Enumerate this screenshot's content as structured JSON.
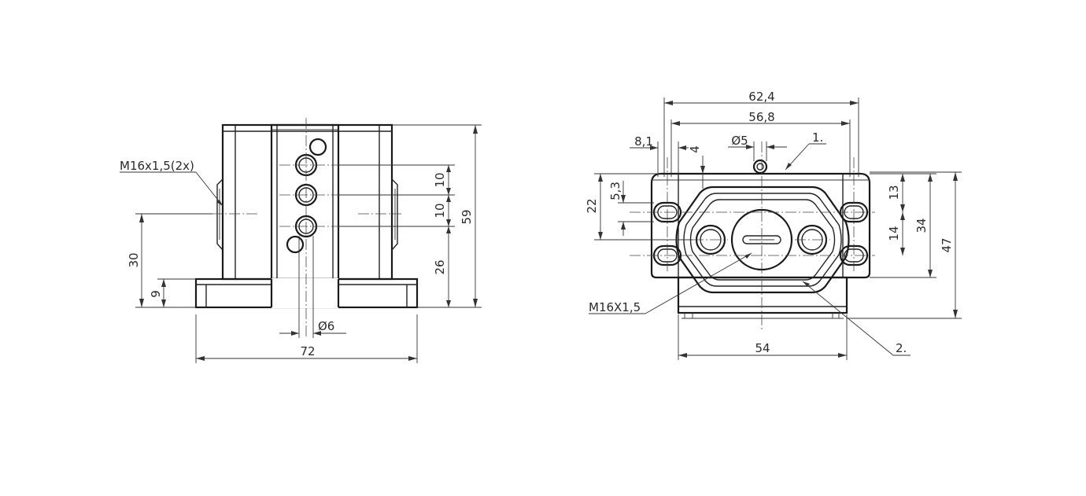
{
  "left_view": {
    "thread_callout": "M16x1,5(2x)",
    "dim_width": "72",
    "dim_height": "59",
    "dim_axis_height": "30",
    "dim_flange_height": "9",
    "dim_port_height": "26",
    "dim_port_spacing_upper": "10",
    "dim_port_spacing_lower": "10",
    "dim_hole_diameter": "Ø6"
  },
  "right_view": {
    "dim_overall_width": "62,4",
    "dim_hole_spacing": "56,8",
    "dim_edge_offset": "8,1",
    "dim_pin_offset": "4",
    "dim_pin_diameter": "Ø5",
    "dim_base_width": "54",
    "dim_slot_height": "22",
    "dim_slot_offset": "5,3",
    "dim_upper_offset": "13",
    "dim_slot_spacing": "14",
    "dim_flange_height": "34",
    "dim_total_height": "47",
    "thread_callout": "M16X1,5",
    "balloon_1": "1.",
    "balloon_2": "2."
  }
}
